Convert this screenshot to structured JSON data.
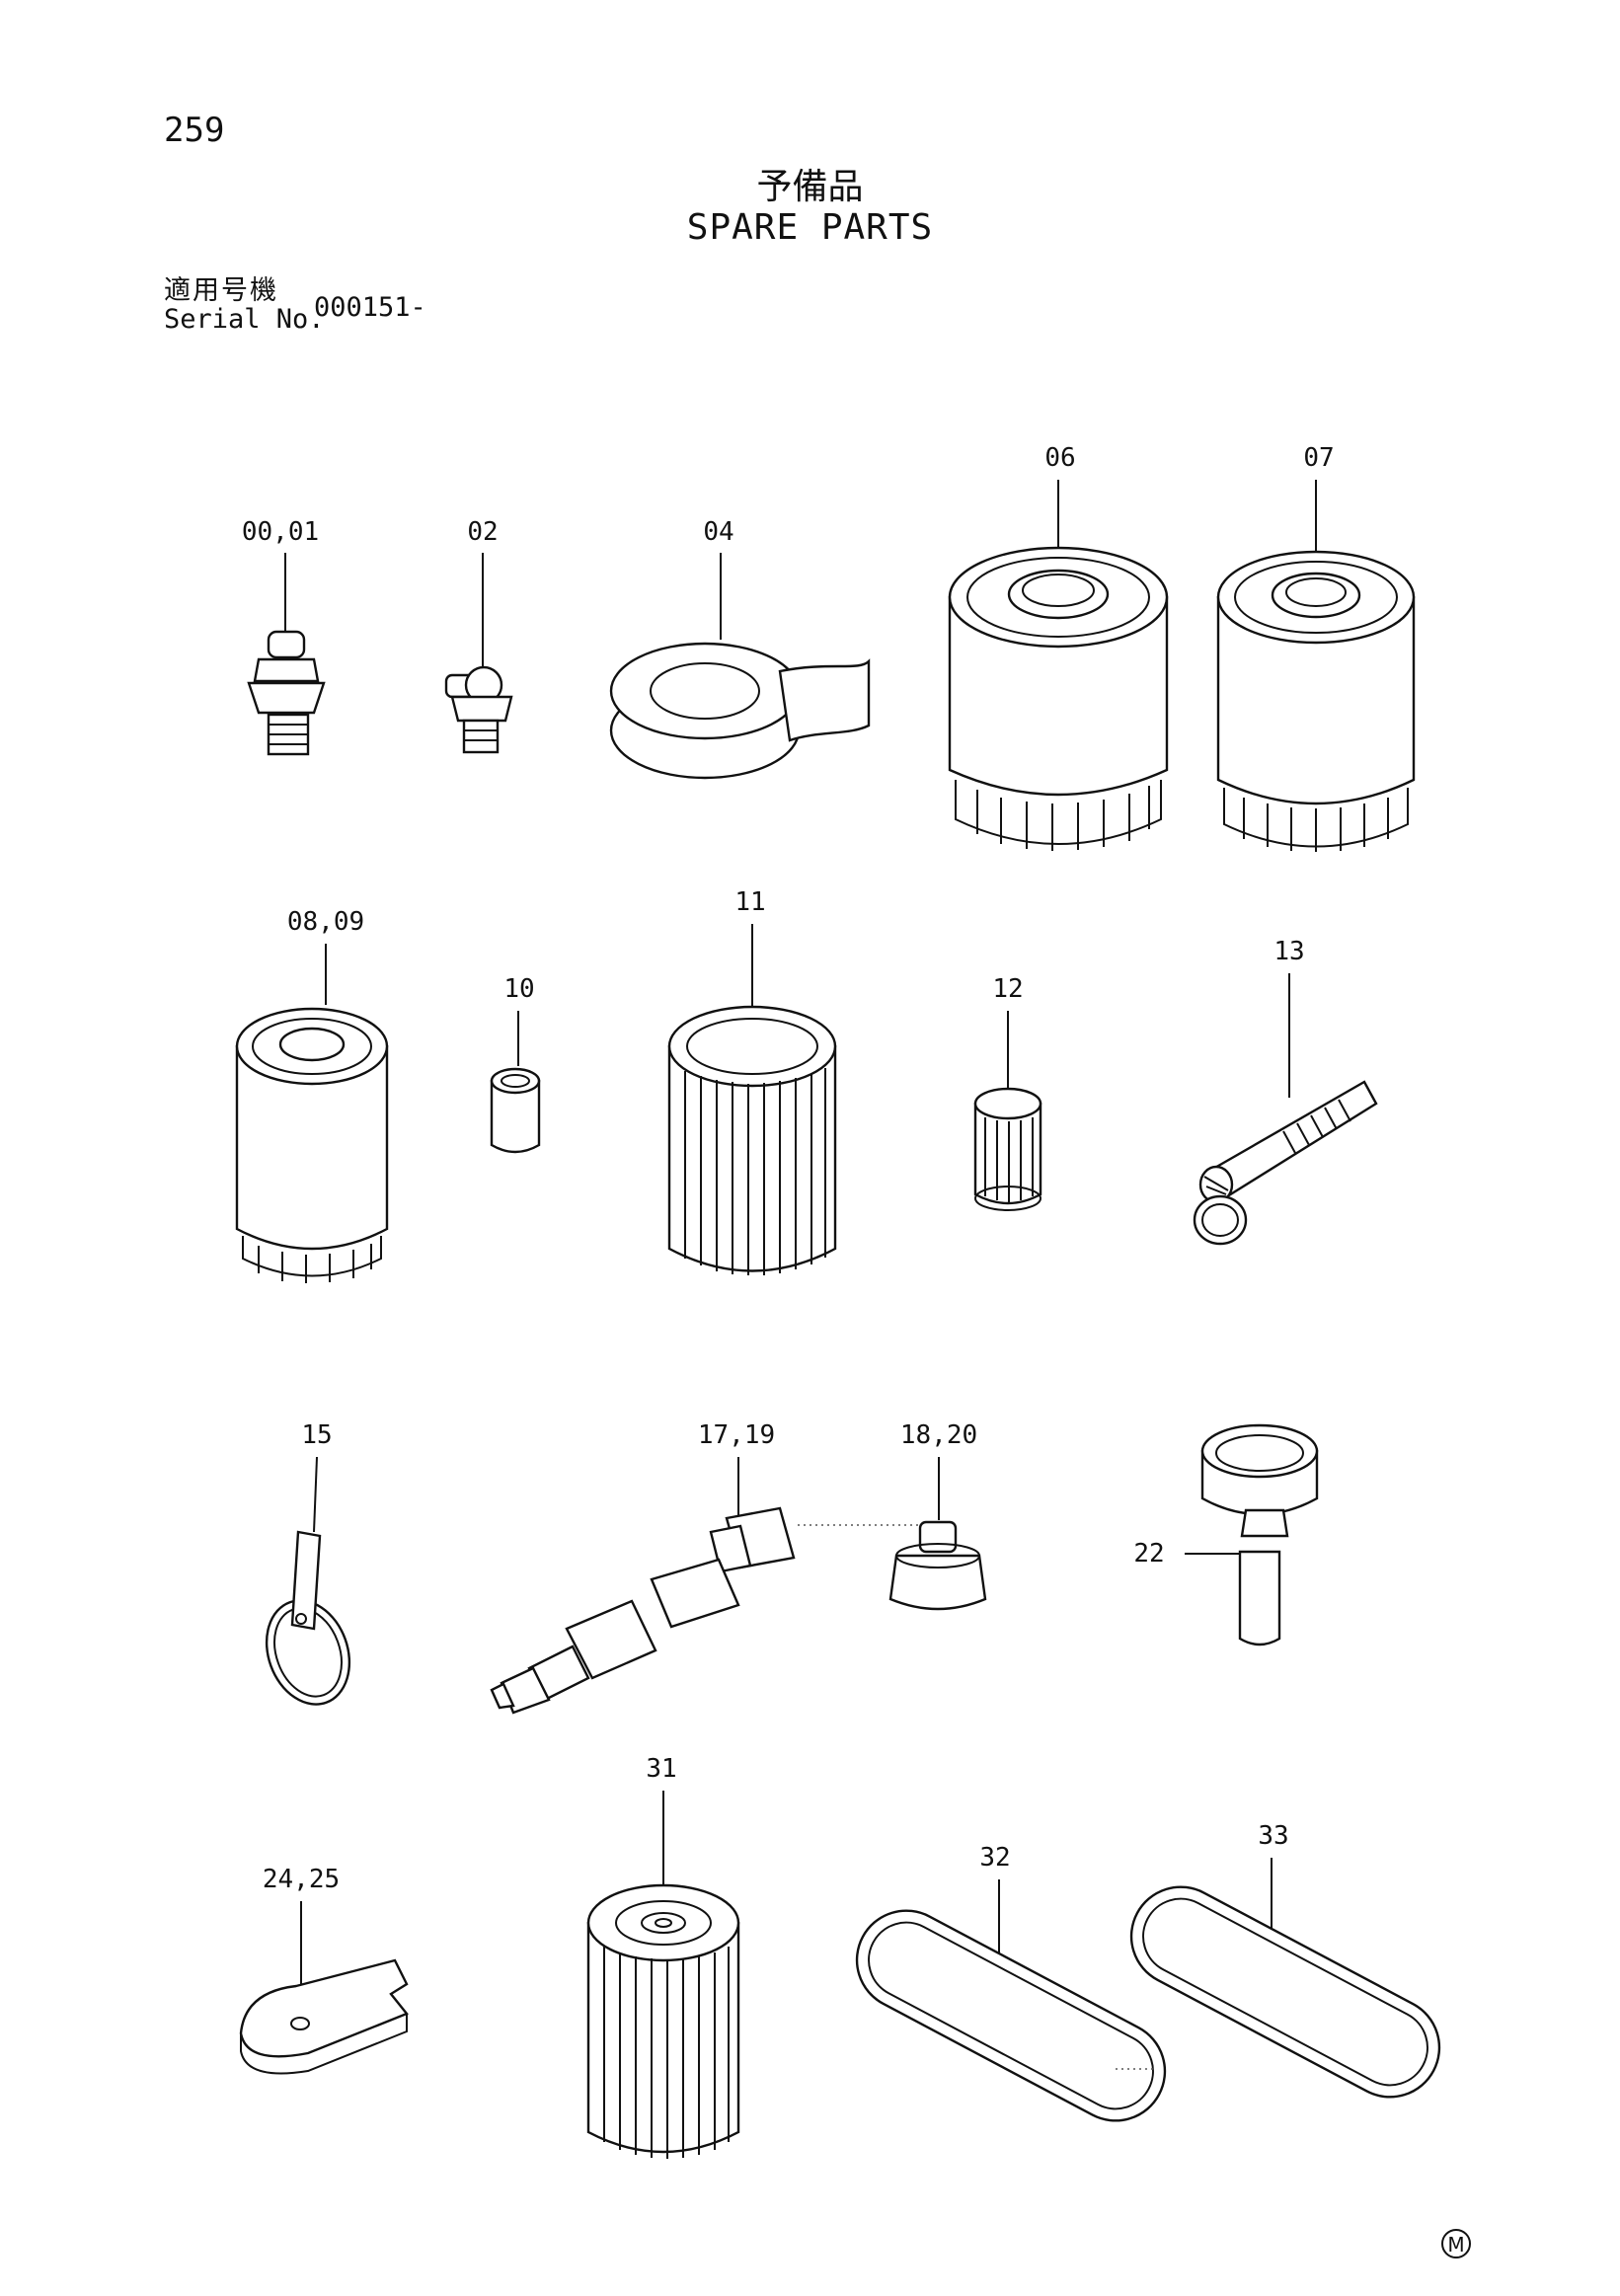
{
  "page": {
    "number": "259",
    "title_jp": "予備品",
    "title_en": "SPARE PARTS",
    "serial_label_jp": "適用号機",
    "serial_label_en": "Serial No.",
    "serial_value": "000151-",
    "mark": "M"
  },
  "parts": [
    {
      "label": "00,01",
      "icon": "grease-nipple-straight-icon"
    },
    {
      "label": "02",
      "icon": "grease-nipple-angled-icon"
    },
    {
      "label": "04",
      "icon": "seal-tape-icon"
    },
    {
      "label": "06",
      "icon": "filter-cartridge-icon"
    },
    {
      "label": "07",
      "icon": "filter-cartridge-icon"
    },
    {
      "label": "08,09",
      "icon": "filter-element-tall-icon"
    },
    {
      "label": "10",
      "icon": "sleeve-icon"
    },
    {
      "label": "11",
      "icon": "element-filter-icon"
    },
    {
      "label": "12",
      "icon": "small-filter-icon"
    },
    {
      "label": "13",
      "icon": "strainer-icon"
    },
    {
      "label": "15",
      "icon": "o-ring-with-tag-icon"
    },
    {
      "label": "17,19",
      "icon": "hose-icon"
    },
    {
      "label": "18,20",
      "icon": "adapter-icon"
    },
    {
      "label": "22",
      "icon": "funnel-icon"
    },
    {
      "label": "24,25",
      "icon": "wedge-icon"
    },
    {
      "label": "31",
      "icon": "element-filter-icon"
    },
    {
      "label": "32",
      "icon": "v-belt-icon"
    },
    {
      "label": "33",
      "icon": "v-belt-icon"
    }
  ]
}
